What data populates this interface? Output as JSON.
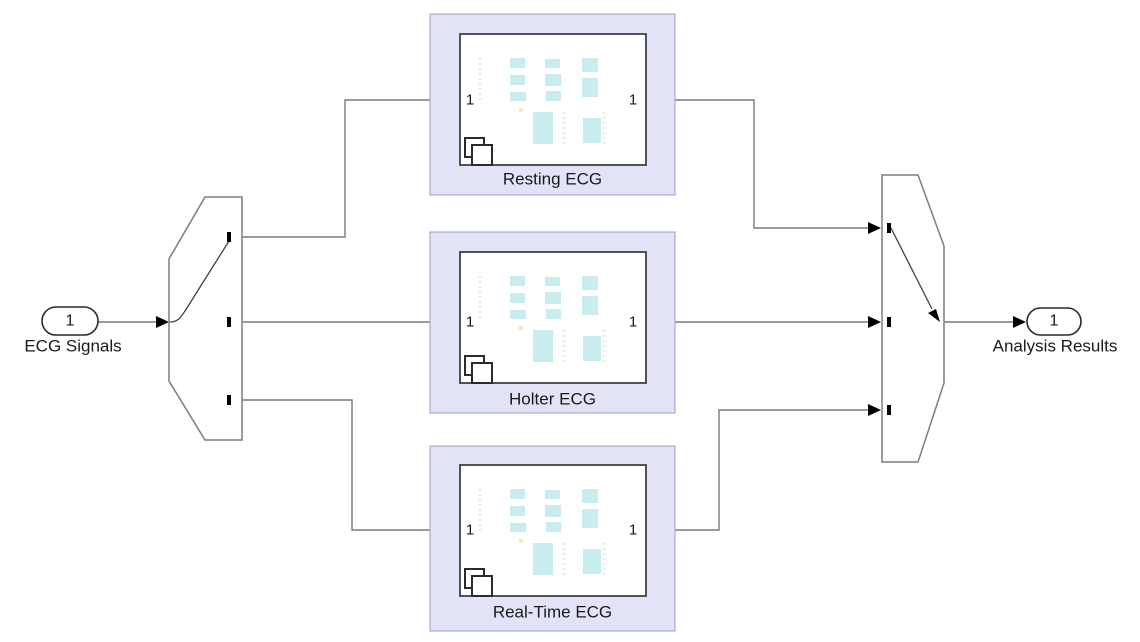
{
  "blocks": {
    "inport": {
      "port_number": "1",
      "label": "ECG Signals"
    },
    "outport": {
      "port_number": "1",
      "label": "Analysis Results"
    },
    "subsystems": [
      {
        "name": "Resting ECG",
        "input_port": "1",
        "output_port": "1"
      },
      {
        "name": "Holter ECG",
        "input_port": "1",
        "output_port": "1"
      },
      {
        "name": "Real-Time ECG",
        "input_port": "1",
        "output_port": "1"
      }
    ]
  },
  "colors": {
    "subsystem_fill": "#e3e3f8",
    "subsystem_border": "#9b9bcd",
    "inner_block_border": "#424242",
    "thumbnail_fill": "#c9edef",
    "wire": "#7a7a7a",
    "text": "#1a1a1a"
  }
}
